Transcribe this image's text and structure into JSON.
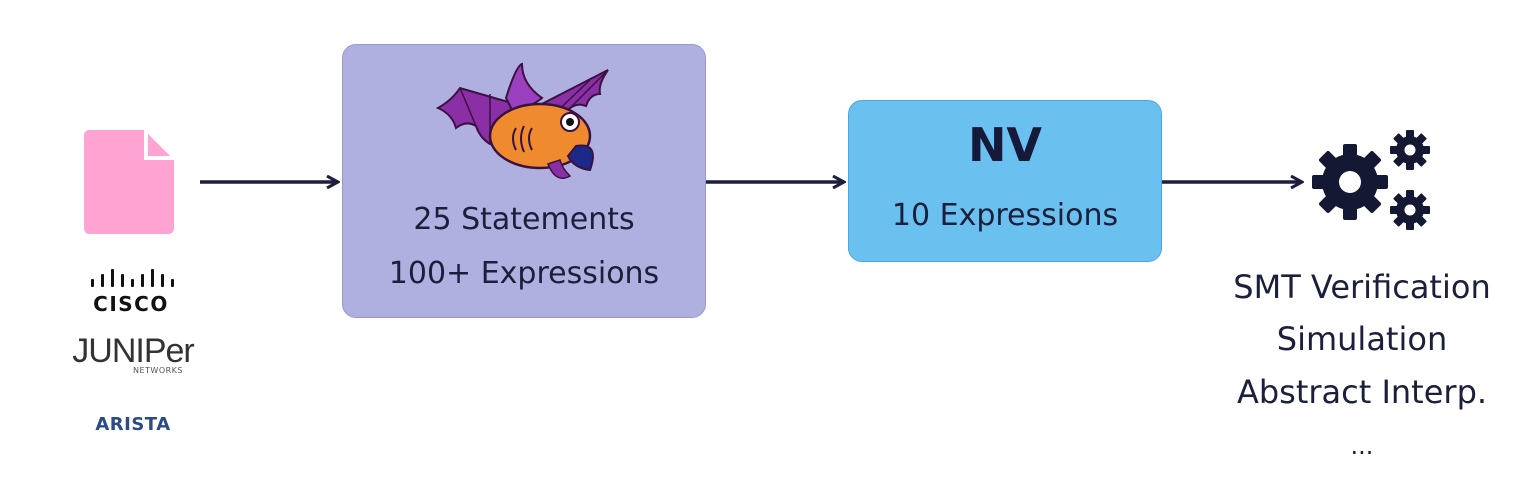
{
  "inputs": {
    "vendor_logos": [
      "CISCO",
      "JUNIPer",
      "NETWORKS",
      "ARISTA"
    ],
    "document_icon_color": "#ffa3d3"
  },
  "frontend": {
    "statements": "25 Statements",
    "expressions": "100+ Expressions",
    "box_color": "#b0b0e0"
  },
  "nv": {
    "title": "NV",
    "expressions": "10 Expressions",
    "box_color": "#6ac1ef"
  },
  "outputs": {
    "items": [
      "SMT Verification",
      "Simulation",
      "Abstract Interp.",
      "..."
    ]
  },
  "colors": {
    "arrow": "#1b1f3c",
    "gear": "#141833"
  }
}
